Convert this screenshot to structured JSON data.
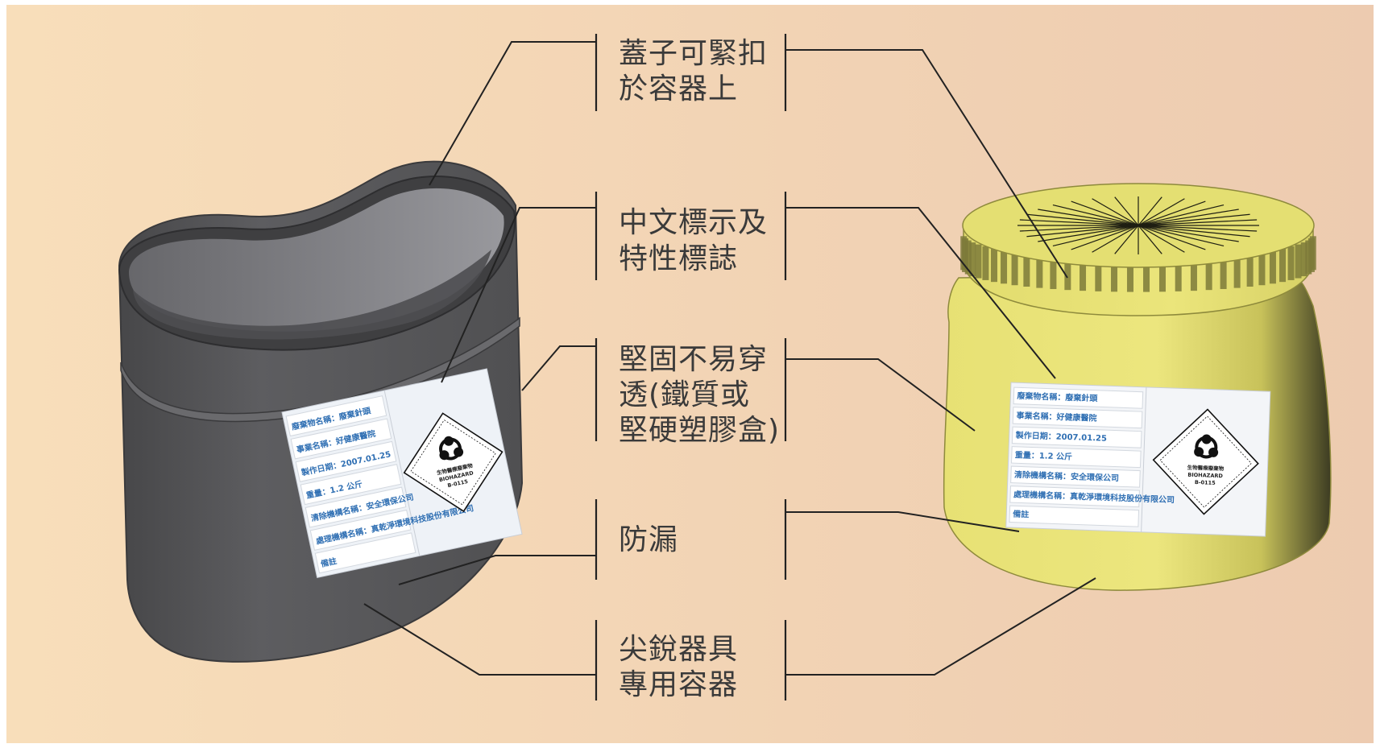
{
  "callouts": [
    {
      "id": "lid",
      "lines": [
        "蓋子可緊扣",
        "於容器上"
      ]
    },
    {
      "id": "label",
      "lines": [
        "中文標示及",
        "特性標誌"
      ]
    },
    {
      "id": "sturdy",
      "lines": [
        "堅固不易穿",
        "透(鐵質或",
        "堅硬塑膠盒)"
      ]
    },
    {
      "id": "leakproof",
      "lines": [
        "防漏"
      ]
    },
    {
      "id": "sharps",
      "lines": [
        "尖銳器具",
        "專用容器"
      ]
    }
  ],
  "container_tag": {
    "rows": [
      "廢棄物名稱：廢棄針頭",
      "事業名稱：好健康醫院",
      "製作日期：2007.01.25",
      "重量：1.2 公斤",
      "清除機構名稱：安全環保公司",
      "處理機構名稱：真乾淨環境科技股份有限公司",
      "備註"
    ],
    "hazard_lines": [
      "生物醫療廢棄物",
      "BIOHAZARD",
      "B-0115"
    ]
  },
  "colors": {
    "background_left": "#f7dcb8",
    "background_right": "#eecdb0",
    "gray_box": "#5a5a5c",
    "yellow_jar": "#e8e27a",
    "tag_text": "#2f6fb3"
  }
}
